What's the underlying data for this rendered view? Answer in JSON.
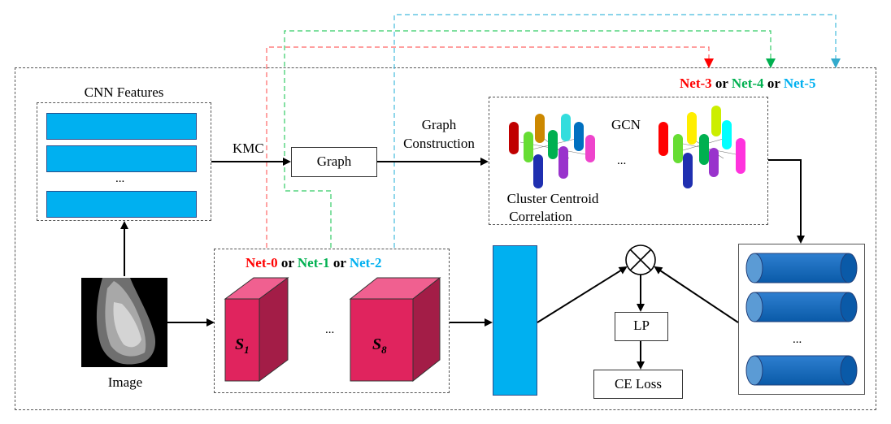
{
  "labels": {
    "cnn_features": "CNN Features",
    "ellipsis": "...",
    "kmc": "KMC",
    "graph": "Graph",
    "graph_construction_1": "Graph",
    "graph_construction_2": "Construction",
    "gcn": "GCN",
    "cluster_1": "Cluster Centroid",
    "cluster_2": "Correlation",
    "image": "Image",
    "lp": "LP",
    "ce_loss": "CE Loss",
    "s1_letter": "S",
    "s1_sub": "1",
    "s8_letter": "S",
    "s8_sub": "8"
  },
  "net_top": {
    "a": "Net-3",
    "or1": " or ",
    "b": "Net-4",
    "or2": " or ",
    "c": "Net-5"
  },
  "net_mid": {
    "a": "Net-0",
    "or1": " or ",
    "b": "Net-1",
    "or2": " or ",
    "c": "Net-2"
  },
  "colors": {
    "red": "#ff0000",
    "green": "#00b050",
    "blue": "#00b0f0",
    "bar": "#00b0f0",
    "cube": "#e0245e",
    "cylinder": "#0070c0"
  },
  "icons": {
    "multiply": "circle-times-icon"
  }
}
